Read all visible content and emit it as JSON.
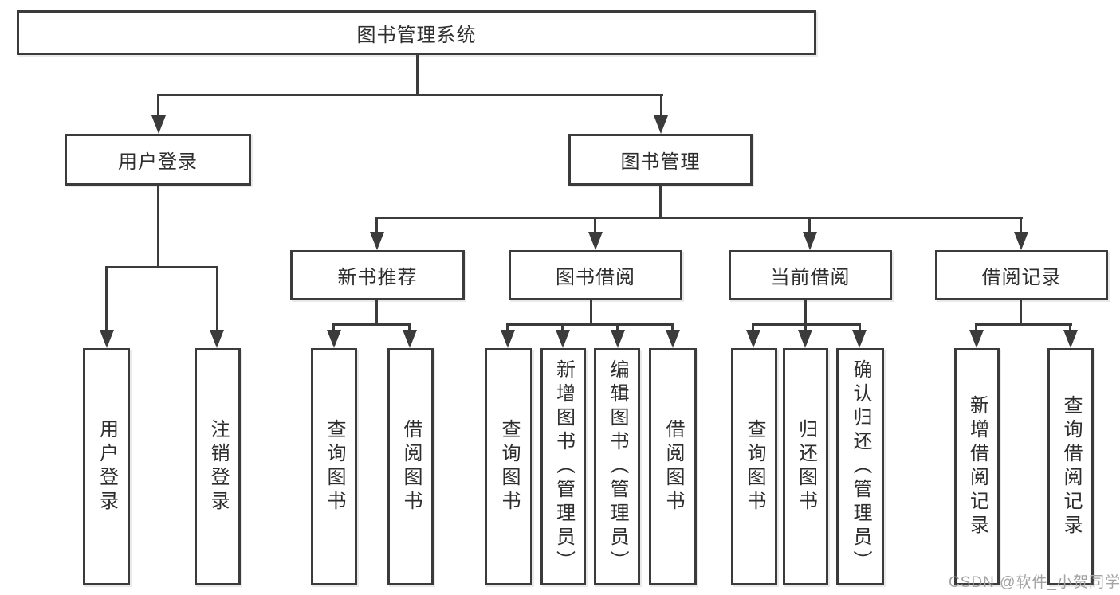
{
  "nodes": {
    "root": "图书管理系统",
    "user_login": "用户登录",
    "book_mgmt": "图书管理",
    "new_book_rec": "新书推荐",
    "book_borrow": "图书借阅",
    "current_borrow": "当前借阅",
    "borrow_record": "借阅记录",
    "leaf_user_login": "用户登录",
    "leaf_logout": "注销登录",
    "leaf_query_book_rec": "查询图书",
    "leaf_borrow_book_rec": "借阅图书",
    "leaf_query_book_borrow": "查询图书",
    "leaf_add_book_admin": "新增图书（管理员）",
    "leaf_edit_book_admin": "编辑图书（管理员）",
    "leaf_borrow_book_borrow": "借阅图书",
    "leaf_query_book_current": "查询图书",
    "leaf_return_book": "归还图书",
    "leaf_confirm_return_admin": "确认归还（管理员）",
    "leaf_add_borrow_record": "新增借阅记录",
    "leaf_query_borrow_record": "查询借阅记录"
  },
  "watermark": "CSDN @软件_小贺同学",
  "colors": {
    "line": "#3b3b3b",
    "text": "#2e2e2e",
    "watermark": "#a3a3a3",
    "background": "#ffffff"
  }
}
